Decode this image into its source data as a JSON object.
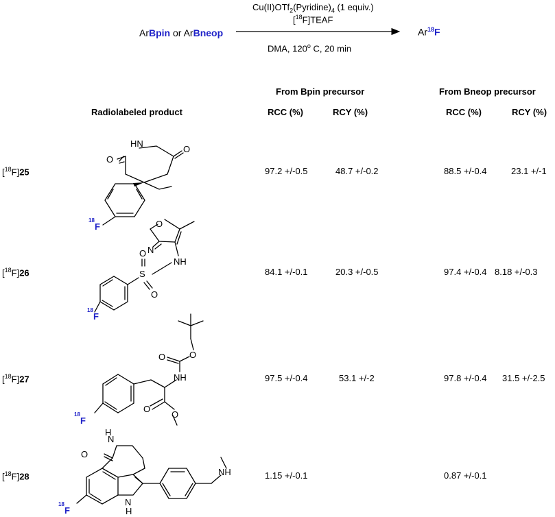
{
  "scheme": {
    "reagent_line1": {
      "pre": "Cu(II)OTf",
      "sub1": "2",
      "mid": "(Pyridine)",
      "sub2": "4",
      "post": " (1 equiv.)"
    },
    "reagent_line2": {
      "sup": "18",
      "post": "F]TEAF",
      "pre": "["
    },
    "conditions": "DMA, 120",
    "conditions_sup": "o",
    "conditions_post": " C, 20 min",
    "reactant": {
      "ar1": "Ar",
      "bpin": "Bpin",
      "or": " or Ar",
      "bneop": "Bneop"
    },
    "product": {
      "ar": "Ar",
      "sup": "18",
      "f": "F"
    }
  },
  "table": {
    "group_bpin": "From Bpin precursor",
    "group_bneop": "From Bneop precursor",
    "col_product": "Radiolabeled product",
    "col_rcc1": "RCC (%)",
    "col_rcy1": "RCY (%)",
    "col_rcc2": "RCC (%)",
    "col_rcy2": "RCY (%)",
    "rows": [
      {
        "pre": "[",
        "sup": "18",
        "post": "F]",
        "num": "25",
        "rcc_bpin": "97.2 +/-0.5",
        "rcy_bpin": "48.7 +/-0.2",
        "rcc_bneop": "88.5 +/-0.4",
        "rcy_bneop": "23.1 +/-1"
      },
      {
        "pre": "[",
        "sup": "18",
        "post": "F]",
        "num": "26",
        "rcc_bpin": "84.1 +/-0.1",
        "rcy_bpin": "20.3 +/-0.5",
        "rcc_bneop": "97.4 +/-0.4",
        "rcy_bneop": "8.18 +/-0.3"
      },
      {
        "pre": "[",
        "sup": "18",
        "post": "F]",
        "num": "27",
        "rcc_bpin": "97.5 +/-0.4",
        "rcy_bpin": "53.1 +/-2",
        "rcc_bneop": "97.8 +/-0.4",
        "rcy_bneop": "31.5 +/-2.5"
      },
      {
        "pre": "[",
        "sup": "18",
        "post": "F]",
        "num": "28",
        "rcc_bpin": "1.15 +/-0.1",
        "rcy_bpin": "",
        "rcc_bneop": "0.87 +/-0.1",
        "rcy_bneop": ""
      }
    ]
  },
  "atoms": {
    "f18_sup": "18",
    "f": "F",
    "o": "O",
    "n": "N",
    "nh": "NH",
    "hn": "HN",
    "h": "H",
    "s": "S"
  },
  "colors": {
    "label_blue": "#1f22c8"
  }
}
